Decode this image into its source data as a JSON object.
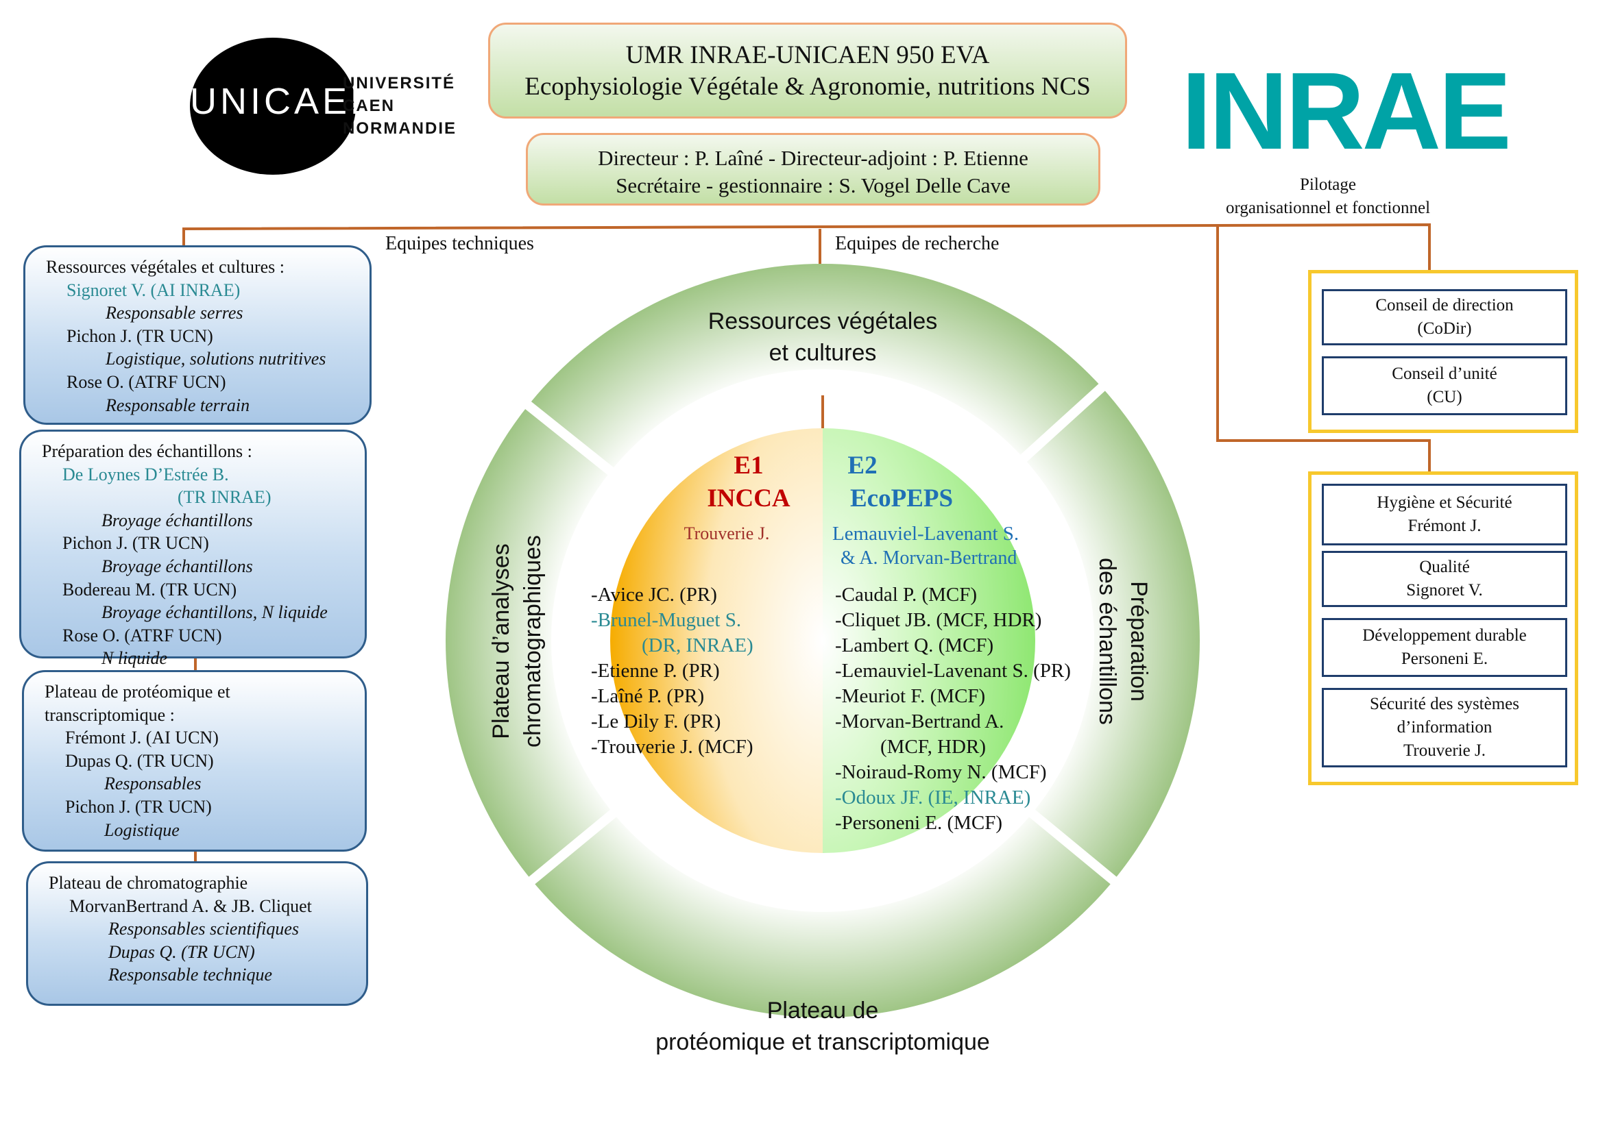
{
  "logos": {
    "unicaen_mark": "UNICAEN",
    "unicaen_text": [
      "UNIVERSITÉ",
      "CAEN",
      "NORMANDIE"
    ],
    "inrae": "INRAE"
  },
  "header": {
    "line1": "UMR INRAE-UNICAEN 950 EVA",
    "line2": "Ecophysiologie Végétale & Agronomie, nutritions NCS"
  },
  "direction": {
    "line1": "Directeur : P. Laîné - Directeur-adjoint : P. Etienne",
    "line2": "Secrétaire - gestionnaire : S. Vogel Delle Cave"
  },
  "labels": {
    "technical": "Equipes techniques",
    "research": "Equipes de recherche",
    "pilotage_1": "Pilotage",
    "pilotage_2": "organisationnel et fonctionnel"
  },
  "tech_boxes": [
    {
      "title": "Ressources végétales et cultures :",
      "lines": [
        {
          "text": "Signoret V. (AI INRAE)",
          "style": "teal i1"
        },
        {
          "text": "Responsable serres",
          "style": "it i2"
        },
        {
          "text": "Pichon J. (TR UCN)",
          "style": "i1"
        },
        {
          "text": "Logistique, solutions nutritives",
          "style": "it i2"
        },
        {
          "text": "Rose O. (ATRF UCN)",
          "style": "i1"
        },
        {
          "text": "Responsable terrain",
          "style": "it i2"
        }
      ]
    },
    {
      "title": "Préparation des échantillons :",
      "lines": [
        {
          "text": "De Loynes D’Estrée B.",
          "style": "teal i1"
        },
        {
          "text": "(TR INRAE)",
          "style": "teal i3"
        },
        {
          "text": "Broyage échantillons",
          "style": "it i2"
        },
        {
          "text": "Pichon J. (TR UCN)",
          "style": "i1"
        },
        {
          "text": "Broyage échantillons",
          "style": "it i2"
        },
        {
          "text": "Bodereau M. (TR UCN)",
          "style": "i1"
        },
        {
          "text": "Broyage échantillons, N liquide",
          "style": "it i2"
        },
        {
          "text": "Rose O. (ATRF UCN)",
          "style": "i1"
        },
        {
          "text": "N liquide",
          "style": "it i2"
        }
      ]
    },
    {
      "title": "Plateau de protéomique et",
      "lines": [
        {
          "text": "transcriptomique :",
          "style": ""
        },
        {
          "text": "Frémont J. (AI UCN)",
          "style": "i1"
        },
        {
          "text": "Dupas Q. (TR UCN)",
          "style": "i1"
        },
        {
          "text": "Responsables",
          "style": "it i2"
        },
        {
          "text": "Pichon J. (TR UCN)",
          "style": "i1"
        },
        {
          "text": "Logistique",
          "style": "it i2"
        }
      ]
    },
    {
      "title": "Plateau de chromatographie",
      "lines": [
        {
          "text": "MorvanBertrand A. & JB. Cliquet",
          "style": "i1"
        },
        {
          "text": "Responsables scientifiques",
          "style": "it i2"
        },
        {
          "text": "Dupas Q. (TR UCN)",
          "style": "it i2"
        },
        {
          "text": "Responsable technique",
          "style": "it i2"
        }
      ]
    }
  ],
  "ring": {
    "top": [
      "Ressources végétales",
      "et cultures"
    ],
    "bottom": [
      "Plateau de",
      "protéomique et transcriptomique"
    ],
    "left": [
      "Plateau d’analyses",
      "chromatographiques"
    ],
    "right": [
      "Préparation",
      "des échantillons"
    ]
  },
  "teams": {
    "e1": {
      "code": "E1",
      "name": "INCCA",
      "lead": "Trouverie J.",
      "members": [
        {
          "text": "-Avice JC. (PR)",
          "teal": false
        },
        {
          "text": "-Brunel-Muguet S.",
          "teal": true
        },
        {
          "text": "(DR, INRAE)",
          "teal": true,
          "indent": true
        },
        {
          "text": "-Etienne P. (PR)",
          "teal": false
        },
        {
          "text": "-Laîné P. (PR)",
          "teal": false
        },
        {
          "text": "-Le Dily F. (PR)",
          "teal": false
        },
        {
          "text": "-Trouverie J. (MCF)",
          "teal": false
        }
      ]
    },
    "e2": {
      "code": "E2",
      "name": "EcoPEPS",
      "lead1": "Lemauviel-Lavenant S.",
      "lead2": "& A. Morvan-Bertrand",
      "members": [
        {
          "text": "-Caudal P. (MCF)",
          "teal": false
        },
        {
          "text": "-Cliquet JB. (MCF, HDR)",
          "teal": false
        },
        {
          "text": "-Lambert Q. (MCF)",
          "teal": false
        },
        {
          "text": "-Lemauviel-Lavenant S. (PR)",
          "teal": false
        },
        {
          "text": "-Meuriot F. (MCF)",
          "teal": false
        },
        {
          "text": "-Morvan-Bertrand A.",
          "teal": false
        },
        {
          "text": "(MCF, HDR)",
          "teal": false,
          "indent": true
        },
        {
          "text": "-Noiraud-Romy N. (MCF)",
          "teal": false
        },
        {
          "text": "-Odoux JF. (IE, INRAE)",
          "teal": true
        },
        {
          "text": "-Personeni E. (MCF)",
          "teal": false
        }
      ]
    }
  },
  "governance": [
    {
      "l1": "Conseil de direction",
      "l2": "(CoDir)"
    },
    {
      "l1": "Conseil d’unité",
      "l2": "(CU)"
    }
  ],
  "quality": [
    {
      "l1": "Hygiène et Sécurité",
      "l2": "Frémont J."
    },
    {
      "l1": "Qualité",
      "l2": "Signoret V."
    },
    {
      "l1": "Développement durable",
      "l2": "Personeni E."
    },
    {
      "l1": "Sécurité des systèmes",
      "l2": "d’information",
      "l3": "Trouverie J."
    }
  ],
  "colors": {
    "connector": "#c0662a",
    "e1": "#c00000",
    "e2": "#1f6fb5",
    "teal": "#2a8a93",
    "ring": "#a8c98a",
    "frame": "#f7c82d",
    "navy": "#1f3d6b"
  }
}
